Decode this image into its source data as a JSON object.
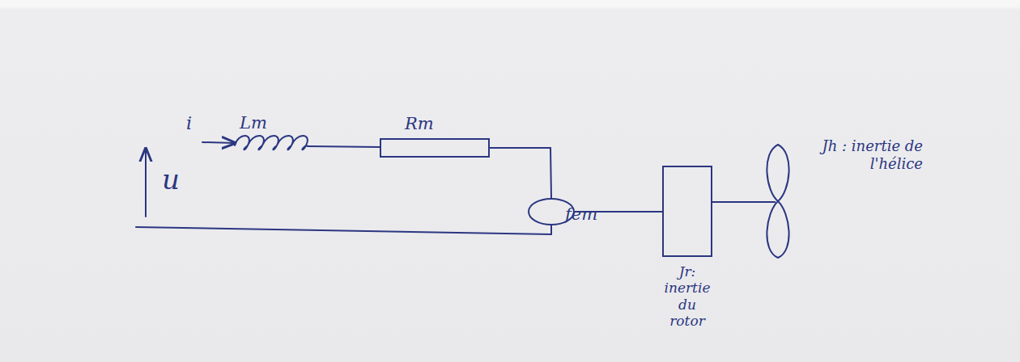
{
  "diagram": {
    "nodes": [
      {
        "text": [
          "fem"
        ]
      },
      {
        "text": [
          "Jr: inertie du rotor"
        ]
      },
      {
        "text": [
          "Jh : inertie de l'hélice"
        ]
      }
    ],
    "edges": [
      {
        "from": 0,
        "to": 1,
        "arrow": "none"
      },
      {
        "from": 1,
        "to": 2,
        "arrow": "none"
      }
    ],
    "labels": [
      "u",
      "i",
      "Lm",
      "Rm"
    ]
  }
}
